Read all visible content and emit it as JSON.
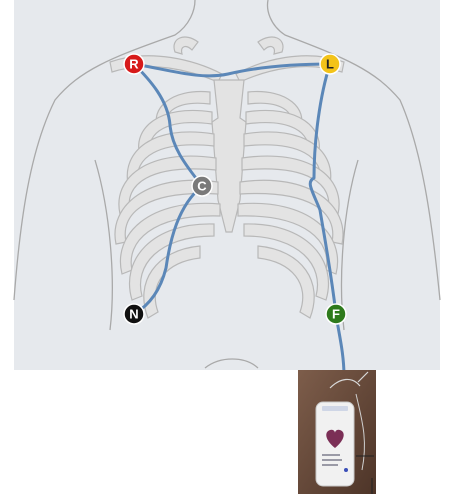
{
  "electrodes": [
    {
      "id": "R",
      "label": "R",
      "color": "#d71a1a",
      "text_color": "#ffffff"
    },
    {
      "id": "L",
      "label": "L",
      "color": "#f3c319",
      "text_color": "#222222"
    },
    {
      "id": "C",
      "label": "C",
      "color": "#7a7a7a",
      "text_color": "#ffffff"
    },
    {
      "id": "N",
      "label": "N",
      "color": "#111111",
      "text_color": "#ffffff"
    },
    {
      "id": "F",
      "label": "F",
      "color": "#2e7a1c",
      "text_color": "#ffffff"
    }
  ],
  "colors": {
    "background_panel": "#e6e9ed",
    "bone_fill": "#e3e3e3",
    "bone_stroke": "#b8b8b8",
    "body_outline": "#a9a9a9",
    "lead_wire": "#5b87b8",
    "device_background": "#6a4a3a",
    "device_body": "#f1f1f1",
    "device_heart": "#7b2f56"
  }
}
